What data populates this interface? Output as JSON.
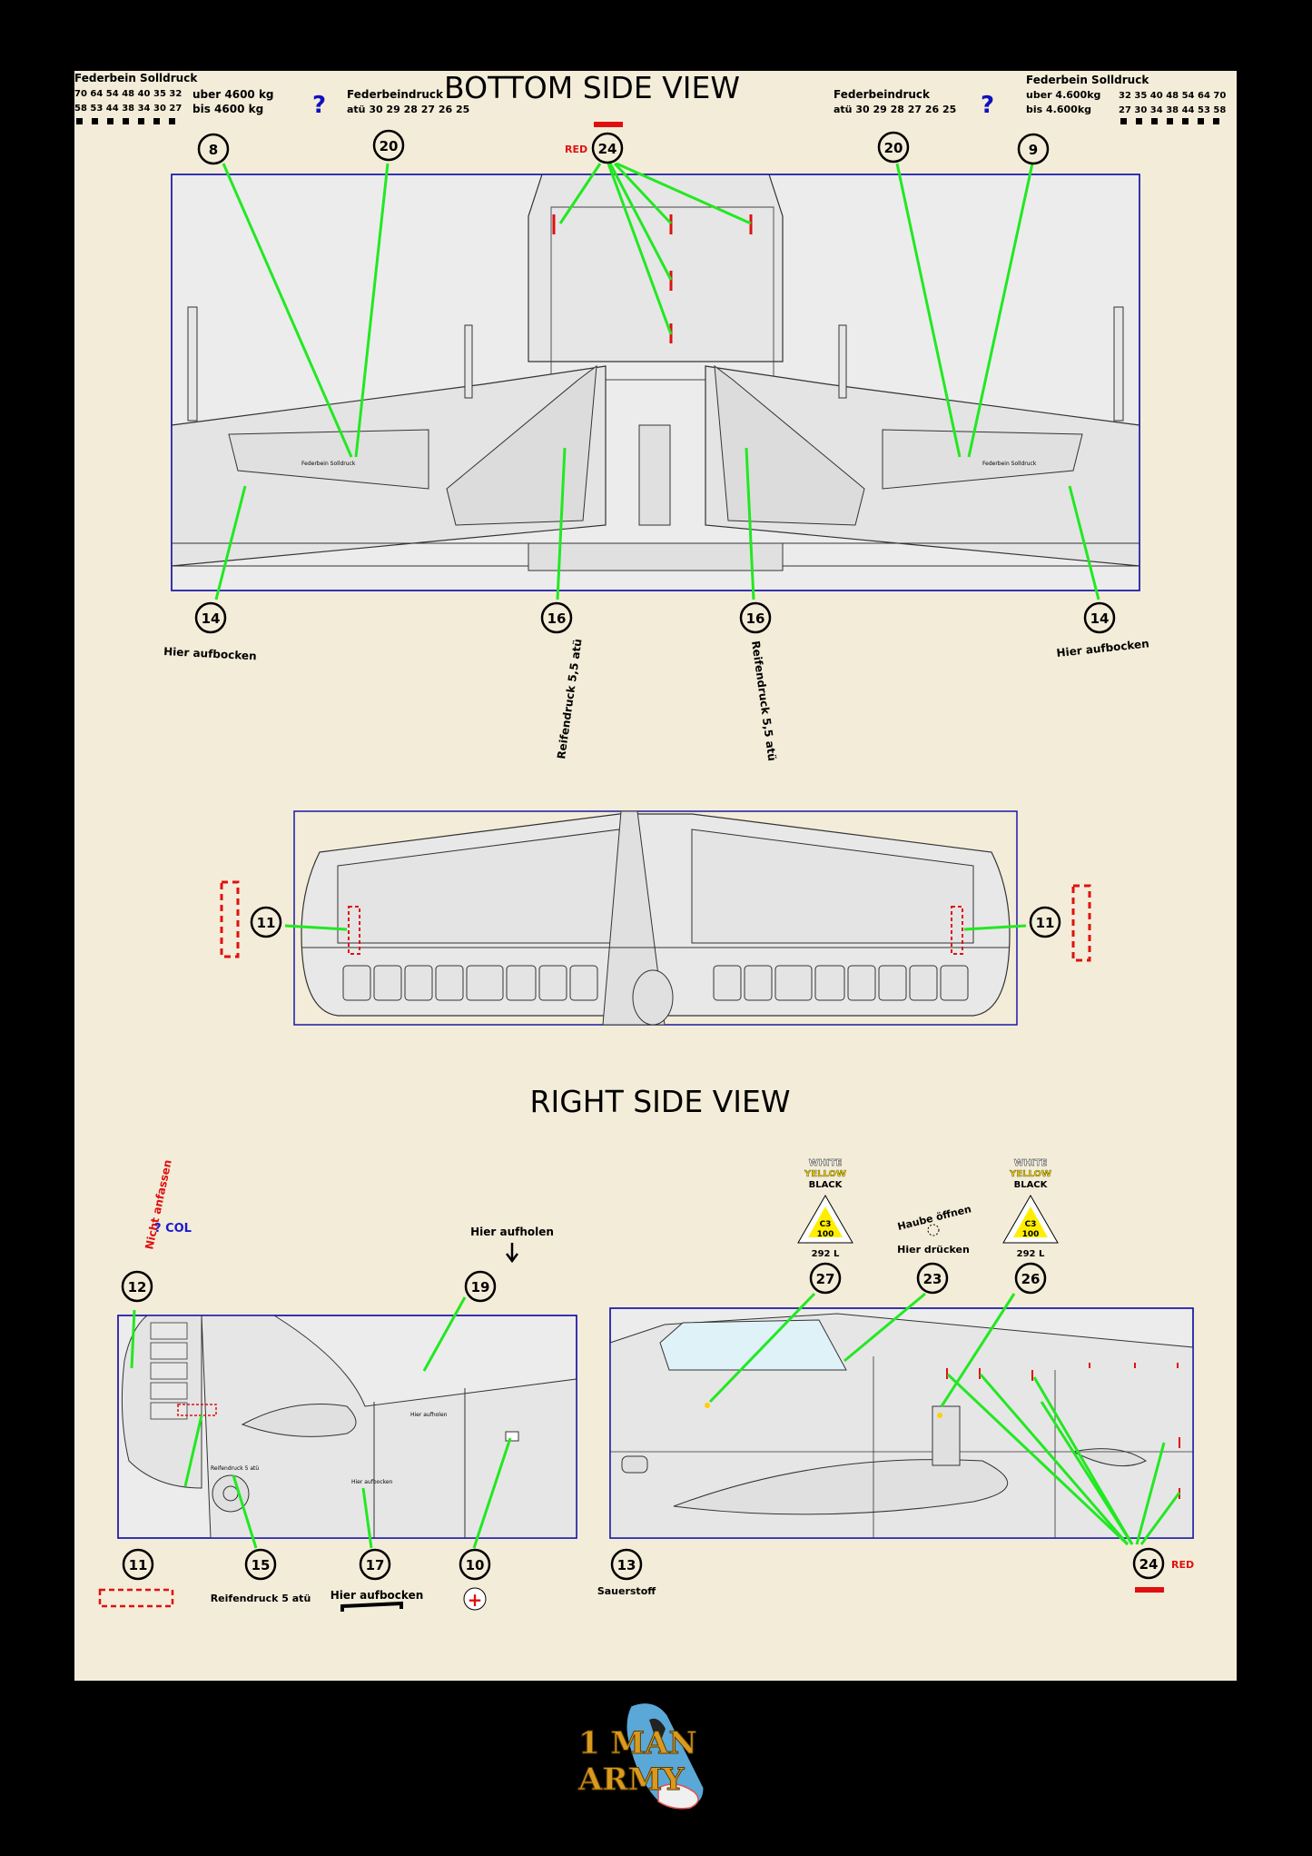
{
  "titles": {
    "bottom": "BOTTOM SIDE VIEW",
    "right": "RIGHT SIDE VIEW"
  },
  "header_left": {
    "title": "Federbein Solldruck",
    "row1": "70 64 54 48 40 35 32",
    "row2": "58 53 44 38 34 30 27",
    "over": "uber 4600 kg",
    "until": "bis     4600 kg",
    "q": "?",
    "fd_title": "Federbeindruck",
    "fd_row": "atü   30 29 28 27 26 25"
  },
  "header_right": {
    "fd_title": "Federbeindruck",
    "fd_row": "atü   30 29 28 27 26 25",
    "q": "?",
    "title": "Federbein Solldruck",
    "over": "uber  4.600kg",
    "until": "bis     4.600kg",
    "row1": "32 35 40 48 54 64 70",
    "row2": "27 30 34 38 44 53 58"
  },
  "labels": {
    "red": "RED",
    "hier_aufbocken": "Hier aufbocken",
    "reifendruck_55": "Reifendruck 5,5 atü",
    "nicht_anfassen": "Nicht anfassen",
    "q_col": "? COL",
    "hier_aufholen": "Hier aufholen",
    "white": "WHITE",
    "yellow": "YELLOW",
    "black": "BLACK",
    "c3": "C3",
    "c3_num": "100",
    "fuel_code": "292 L",
    "haube_offnen": "Haube öffnen",
    "hier_drucken": "Hier drücken",
    "reifendruck_5": "Reifendruck 5 atü",
    "sauerstoff": "Sauerstoff",
    "plus": "+"
  },
  "markers": {
    "m8": "8",
    "m20": "20",
    "m24": "24",
    "m9": "9",
    "m14": "14",
    "m16": "16",
    "m11": "11",
    "m12": "12",
    "m19": "19",
    "m27": "27",
    "m23": "23",
    "m26": "26",
    "m15": "15",
    "m17": "17",
    "m10": "10",
    "m13": "13"
  },
  "logo": {
    "line1": "1 MAN",
    "line2": "ARMY"
  },
  "colors": {
    "leader": "#22e822",
    "frame": "#1a1aa8",
    "red": "#e01010",
    "sheet": "#f3ecd8",
    "panel": "#e8e8e8",
    "logo": "#d99a1e"
  }
}
